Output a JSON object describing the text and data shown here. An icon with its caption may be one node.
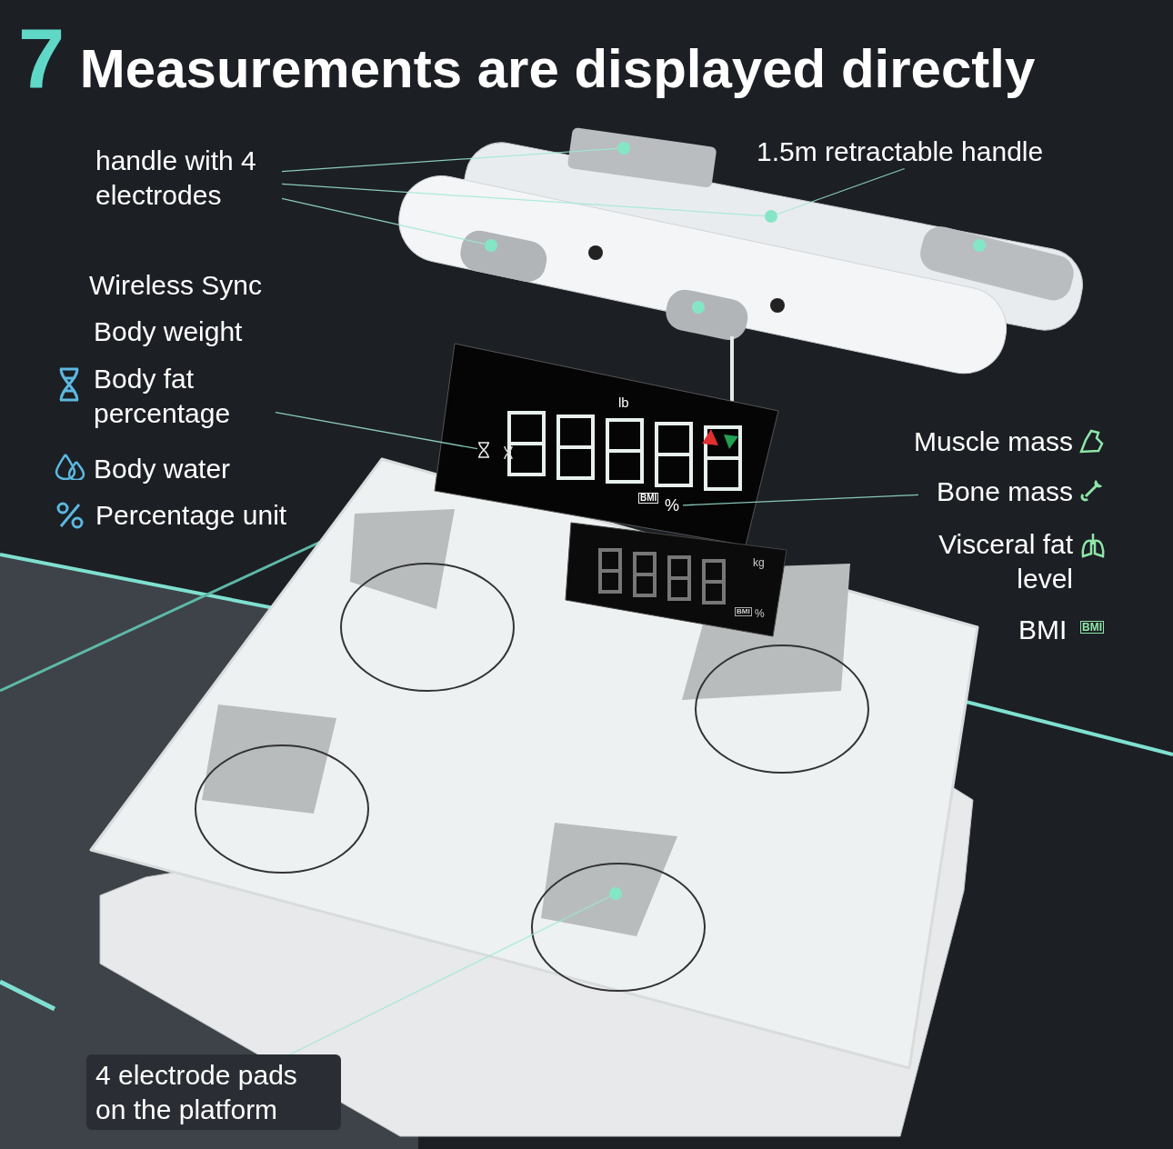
{
  "diagram": {
    "title": "7 Measurements are displayed directly",
    "nodes": [
      {
        "text": [
          "handle with 4 electrodes"
        ]
      },
      {
        "text": [
          "1.5m retractable handle"
        ]
      },
      {
        "text": [],
        "shape": "circle"
      },
      {
        "text": [],
        "shape": "circle"
      },
      {
        "text": [],
        "shape": "circle"
      },
      {
        "text": [],
        "shape": "circle"
      },
      {
        "text": [],
        "shape": "circle"
      },
      {
        "text": [
          "Body fat percentage"
        ]
      },
      {
        "text": [],
        "shape": "picture"
      },
      {
        "text": [
          "Bone mass"
        ]
      },
      {
        "text": [
          "%"
        ]
      },
      {
        "text": [
          "4 electrode pads on the platform"
        ]
      },
      {
        "text": [],
        "shape": "circle"
      }
    ],
    "edges": [
      {
        "from": 0,
        "to": 2,
        "arrow": "none"
      },
      {
        "from": 0,
        "to": 3,
        "arrow": "none"
      },
      {
        "from": 0,
        "to": 4,
        "arrow": "none"
      },
      {
        "from": 1,
        "to": 3,
        "arrow": "none"
      },
      {
        "from": 7,
        "to": 8,
        "arrow": "none"
      },
      {
        "from": 9,
        "to": 10,
        "arrow": "none"
      },
      {
        "from": 11,
        "to": 12,
        "arrow": "none"
      }
    ],
    "labels": [
      "Wireless Sync",
      "Body weight",
      "lb",
      "Muscle mass",
      "Body water",
      "BMI",
      "Percentage unit",
      "kg",
      "BMI",
      "%",
      "Visceral fat level",
      "BMI",
      "BMI"
    ]
  }
}
